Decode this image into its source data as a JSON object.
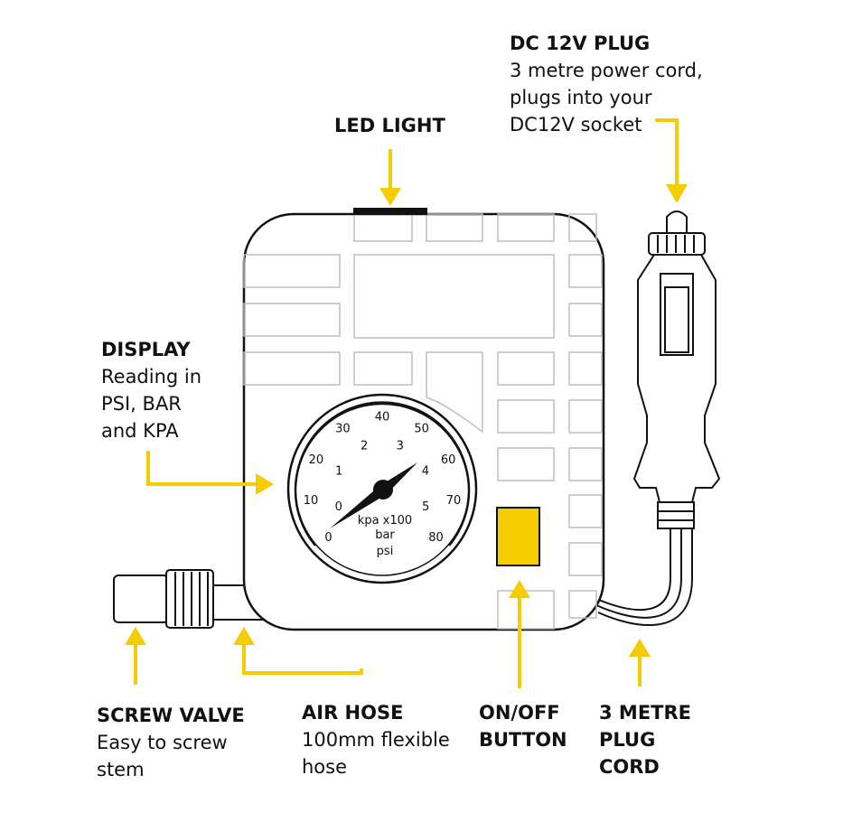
{
  "colors": {
    "accent": "#f5cc00",
    "outline": "#111111",
    "background": "#ffffff"
  },
  "labels": {
    "dc_plug": {
      "heading": "DC 12V PLUG",
      "lines": [
        "3 metre power cord,",
        "plugs into your",
        "DC12V socket"
      ]
    },
    "led_light": {
      "heading": "LED LIGHT"
    },
    "display": {
      "heading": "DISPLAY",
      "lines": [
        "Reading in",
        "PSI, BAR",
        "and KPA"
      ]
    },
    "screw_valve": {
      "heading": "SCREW VALVE",
      "lines": [
        "Easy to screw",
        "stem"
      ]
    },
    "air_hose": {
      "heading": "AIR HOSE",
      "lines": [
        "100mm flexible",
        "hose"
      ]
    },
    "on_off": {
      "heading_lines": [
        "ON/OFF",
        "BUTTON"
      ]
    },
    "plug_cord": {
      "heading_lines": [
        "3 METRE",
        "PLUG",
        "CORD"
      ]
    }
  },
  "gauge": {
    "unit_kpa": "kpa x100",
    "unit_bar": "bar",
    "unit_psi": "psi",
    "psi_ticks": [
      "0",
      "10",
      "20",
      "30",
      "40",
      "50",
      "60",
      "70",
      "80"
    ],
    "bar_ticks": [
      "0",
      "1",
      "2",
      "3",
      "4",
      "5"
    ]
  }
}
